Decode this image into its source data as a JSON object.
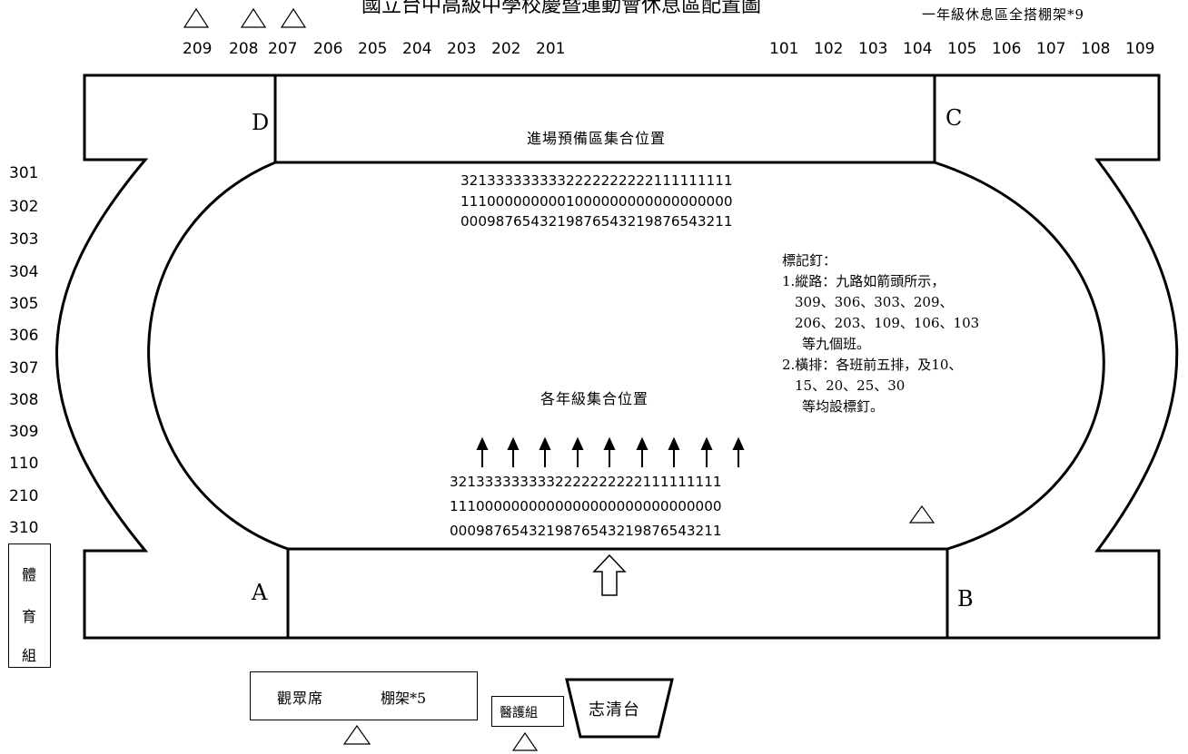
{
  "title_partial": "國立台中高級中學校慶暨運動會休息區配置圖",
  "grade1_rest_note": "一年級休息區全搭棚架*9",
  "top_left_classes": [
    "209",
    "208",
    "207",
    "206",
    "205",
    "204",
    "203",
    "202",
    "201"
  ],
  "top_right_classes": [
    "101",
    "102",
    "103",
    "104",
    "105",
    "106",
    "107",
    "108",
    "109"
  ],
  "left_classes": [
    "301",
    "302",
    "303",
    "304",
    "305",
    "306",
    "307",
    "308",
    "309",
    "110",
    "210",
    "310"
  ],
  "corners": {
    "a": "A",
    "b": "B",
    "c": "C",
    "d": "D"
  },
  "entrance_prep_label": "進場預備區集合位置",
  "assembly_label": "各年級集合位置",
  "top_codes": [
    "3213333333332222222222111111111",
    "1110000000001000000000000000000",
    "0009876543219876543219876543211"
  ],
  "bottom_codes": [
    "3213333333332222222222111111111",
    "1110000000000000000000000000000",
    "0009876543219876543219876543211"
  ],
  "legend": {
    "title": "標記釘：",
    "lines": [
      "1.縱路：九路如箭頭所示，",
      "  309、306、303、209、",
      "  206、203、109、106、103",
      "   等九個班。",
      "2.橫排：各班前五排，及10、",
      "  15、20、25、30",
      "   等均設標釘。"
    ]
  },
  "pe_group": [
    "體",
    "育",
    "組"
  ],
  "audience": {
    "label": "觀眾席",
    "tent": "棚架*5"
  },
  "medical": "醫護組",
  "stage": "志清台"
}
